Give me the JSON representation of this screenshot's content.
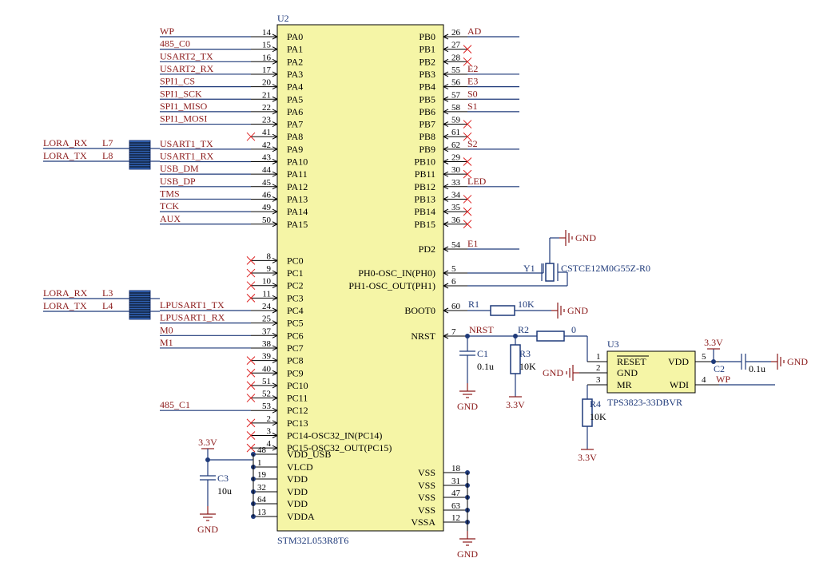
{
  "mcu": {
    "designator": "U2",
    "part": "STM32L053R8T6",
    "left_pins": [
      {
        "num": "14",
        "name": "PA0",
        "net": "WP"
      },
      {
        "num": "15",
        "name": "PA1",
        "net": "485_C0"
      },
      {
        "num": "16",
        "name": "PA2",
        "net": "USART2_TX"
      },
      {
        "num": "17",
        "name": "PA3",
        "net": "USART2_RX"
      },
      {
        "num": "20",
        "name": "PA4",
        "net": "SPI1_CS"
      },
      {
        "num": "21",
        "name": "PA5",
        "net": "SPI1_SCK"
      },
      {
        "num": "22",
        "name": "PA6",
        "net": "SPI1_MISO"
      },
      {
        "num": "23",
        "name": "PA7",
        "net": "SPI1_MOSI"
      },
      {
        "num": "41",
        "name": "PA8",
        "net": ""
      },
      {
        "num": "42",
        "name": "PA9",
        "net": "USART1_TX"
      },
      {
        "num": "43",
        "name": "PA10",
        "net": "USART1_RX"
      },
      {
        "num": "44",
        "name": "PA11",
        "net": "USB_DM"
      },
      {
        "num": "45",
        "name": "PA12",
        "net": "USB_DP"
      },
      {
        "num": "46",
        "name": "PA13",
        "net": "TMS"
      },
      {
        "num": "49",
        "name": "PA14",
        "net": "TCK"
      },
      {
        "num": "50",
        "name": "PA15",
        "net": "AUX"
      },
      {
        "num": "8",
        "name": "PC0",
        "net": ""
      },
      {
        "num": "9",
        "name": "PC1",
        "net": ""
      },
      {
        "num": "10",
        "name": "PC2",
        "net": ""
      },
      {
        "num": "11",
        "name": "PC3",
        "net": ""
      },
      {
        "num": "24",
        "name": "PC4",
        "net": "LPUSART1_TX"
      },
      {
        "num": "25",
        "name": "PC5",
        "net": "LPUSART1_RX"
      },
      {
        "num": "37",
        "name": "PC6",
        "net": "M0"
      },
      {
        "num": "38",
        "name": "PC7",
        "net": "M1"
      },
      {
        "num": "39",
        "name": "PC8",
        "net": ""
      },
      {
        "num": "40",
        "name": "PC9",
        "net": ""
      },
      {
        "num": "51",
        "name": "PC10",
        "net": ""
      },
      {
        "num": "52",
        "name": "PC11",
        "net": ""
      },
      {
        "num": "53",
        "name": "PC12",
        "net": "485_C1"
      },
      {
        "num": "2",
        "name": "PC13",
        "net": ""
      },
      {
        "num": "3",
        "name": "PC14-OSC32_IN(PC14)",
        "net": ""
      },
      {
        "num": "4",
        "name": "PC15-OSC32_OUT(PC15)",
        "net": ""
      }
    ],
    "right_pins": [
      {
        "num": "26",
        "name": "PB0",
        "net": "AD"
      },
      {
        "num": "27",
        "name": "PB1",
        "net": ""
      },
      {
        "num": "28",
        "name": "PB2",
        "net": ""
      },
      {
        "num": "55",
        "name": "PB3",
        "net": "E2"
      },
      {
        "num": "56",
        "name": "PB4",
        "net": "E3"
      },
      {
        "num": "57",
        "name": "PB5",
        "net": "S0"
      },
      {
        "num": "58",
        "name": "PB6",
        "net": "S1"
      },
      {
        "num": "59",
        "name": "PB7",
        "net": ""
      },
      {
        "num": "61",
        "name": "PB8",
        "net": ""
      },
      {
        "num": "62",
        "name": "PB9",
        "net": "S2"
      },
      {
        "num": "29",
        "name": "PB10",
        "net": ""
      },
      {
        "num": "30",
        "name": "PB11",
        "net": ""
      },
      {
        "num": "33",
        "name": "PB12",
        "net": "LED"
      },
      {
        "num": "34",
        "name": "PB13",
        "net": ""
      },
      {
        "num": "35",
        "name": "PB14",
        "net": ""
      },
      {
        "num": "36",
        "name": "PB15",
        "net": ""
      },
      {
        "num": "54",
        "name": "PD2",
        "net": "E1"
      },
      {
        "num": "5",
        "name": "PH0-OSC_IN(PH0)",
        "net": ""
      },
      {
        "num": "6",
        "name": "PH1-OSC_OUT(PH1)",
        "net": ""
      },
      {
        "num": "60",
        "name": "BOOT0",
        "net": ""
      },
      {
        "num": "7",
        "name": "NRST",
        "net": "NRST"
      }
    ],
    "power_left": [
      {
        "num": "48",
        "name": "VDD_USB"
      },
      {
        "num": "1",
        "name": "VLCD"
      },
      {
        "num": "19",
        "name": "VDD"
      },
      {
        "num": "32",
        "name": "VDD"
      },
      {
        "num": "64",
        "name": "VDD"
      },
      {
        "num": "13",
        "name": "VDDA"
      }
    ],
    "power_right": [
      {
        "num": "18",
        "name": "VSS"
      },
      {
        "num": "31",
        "name": "VSS"
      },
      {
        "num": "47",
        "name": "VSS"
      },
      {
        "num": "63",
        "name": "VSS"
      },
      {
        "num": "12",
        "name": "VSSA"
      }
    ]
  },
  "lora_blocks": [
    {
      "rx": "LORA_RX",
      "rx_pin": "L7",
      "tx": "LORA_TX",
      "tx_pin": "L8"
    },
    {
      "rx": "LORA_RX",
      "rx_pin": "L3",
      "tx": "LORA_TX",
      "tx_pin": "L4"
    }
  ],
  "crystal": {
    "designator": "Y1",
    "part": "CSTCE12M0G55Z-R0"
  },
  "r1": {
    "designator": "R1",
    "value": "10K"
  },
  "r2": {
    "designator": "R2",
    "value": "0"
  },
  "r3": {
    "designator": "R3",
    "value": "10K"
  },
  "r4": {
    "designator": "R4",
    "value": "10K"
  },
  "c1": {
    "designator": "C1",
    "value": "0.1u"
  },
  "c2": {
    "designator": "C2",
    "value": "0.1u"
  },
  "c3": {
    "designator": "C3",
    "value": "10u"
  },
  "supervisor": {
    "designator": "U3",
    "part": "TPS3823-33DBVR",
    "pins": [
      {
        "num": "1",
        "name": "RESET"
      },
      {
        "num": "2",
        "name": "GND"
      },
      {
        "num": "3",
        "name": "MR"
      },
      {
        "num": "5",
        "name": "VDD"
      },
      {
        "num": "4",
        "name": "WDI"
      }
    ],
    "wdi_net": "WP"
  },
  "labels": {
    "gnd": "GND",
    "v33": "3.3V"
  },
  "colors": {
    "net": "#8b1a1a",
    "wire": "#1f3a7a",
    "body": "#f5f5a6",
    "nc": "#dd2222"
  }
}
